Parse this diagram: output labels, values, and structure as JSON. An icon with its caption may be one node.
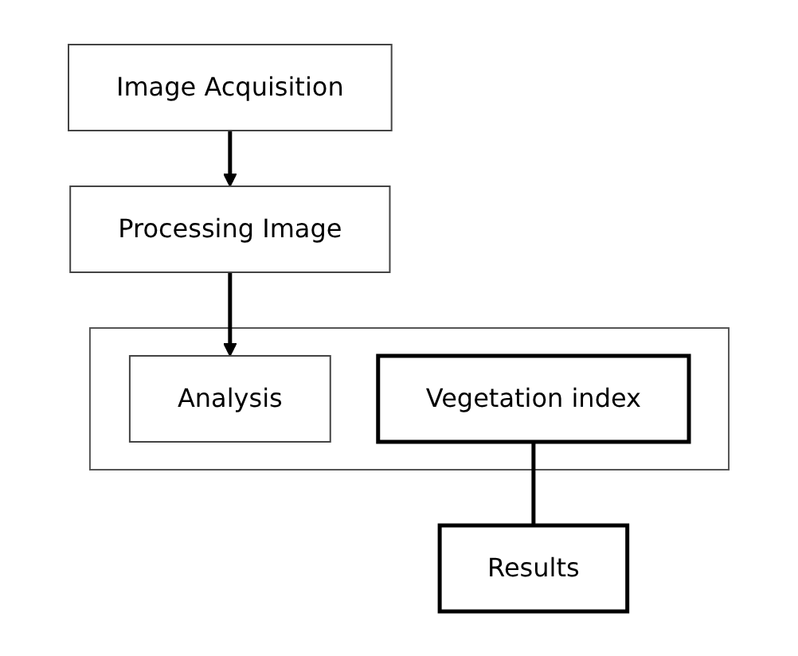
{
  "diagram": {
    "nodes": [
      {
        "text": [
          "Image Acquisition"
        ]
      },
      {
        "text": [
          "Processing Image"
        ]
      },
      {
        "text": [],
        "shape": "box"
      },
      {
        "text": [
          "Analysis"
        ],
        "in": 2
      },
      {
        "text": [
          "Vegetation index"
        ],
        "in": 2
      },
      {
        "text": [
          "Results"
        ]
      }
    ],
    "edges": [
      {
        "from": 0,
        "to": 1,
        "arrow": "to"
      },
      {
        "from": 1,
        "to": 3,
        "arrow": "to"
      },
      {
        "from": 4,
        "to": 5,
        "arrow": "none"
      }
    ]
  }
}
